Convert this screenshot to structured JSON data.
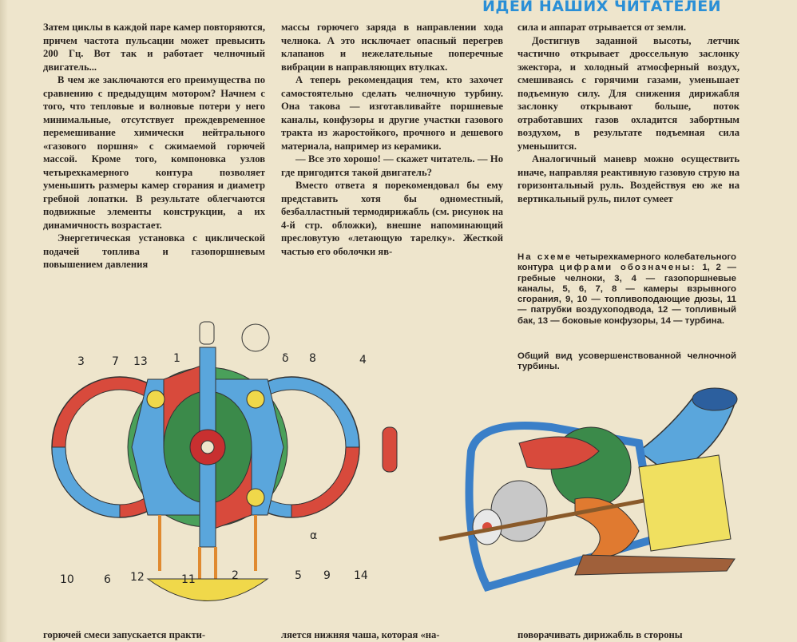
{
  "header": {
    "section_title": "ИДЕИ НАШИХ ЧИТАТЕЛЕЙ"
  },
  "columns": [
    {
      "paragraphs": [
        "Затем циклы в каждой паре камер повторяются, причем частота пульсации может превысить 200 Гц. Вот так и работает челночный двигатель...",
        "В чем же заключаются его преимущества по сравнению с предыдущим мотором? Начнем с того, что тепловые и волновые потери у него минимальные, отсутствует преждевременное перемешивание химически нейтрального «газового поршня» с сжимаемой горючей массой. Кроме того, компоновка узлов четырехкамерного контура позволяет уменьшить размеры камер сгорания и диаметр гребной лопатки. В результате облегчаются подвижные элементы конструкции, а их динамичность возрастает.",
        "Энергетическая установка с циклической подачей топлива и газопоршневым повышением давления"
      ]
    },
    {
      "paragraphs": [
        "массы горючего заряда в направлении хода челнока. А это исключает опасный перегрев клапанов и нежелательные поперечные вибрации в направляющих втулках.",
        "А теперь рекомендация тем, кто захочет самостоятельно сделать челночную турбину. Она такова — изготавливайте поршневые каналы, конфузоры и другие участки газового тракта из жаростойкого, прочного и дешевого материала, например из керамики.",
        "— Все это хорошо! — скажет читатель. — Но где пригодится такой двигатель?",
        "Вместо ответа я порекомендовал бы ему представить хотя бы одноместный, безбалластный термодирижабль (см. рисунок на 4-й стр. обложки), внешне напоминающий пресловутую «летающую тарелку». Жесткой частью его оболочки яв-"
      ]
    },
    {
      "paragraphs": [
        "сила и аппарат отрывается от земли.",
        "Достигнув заданной высоты, летчик частично открывает дроссельную заслонку эжектора, и холодный атмосферный воздух, смешиваясь с горячими газами, уменьшает подъемную силу. Для снижения дирижабля заслонку открывают больше, поток отработавших газов охладится забортным воздухом, в результате подъемная сила уменьшится.",
        "Аналогичный маневр можно осуществить иначе, направляя реактивную газовую струю на горизонтальный руль. Воздействуя ею же на вертикальный руль, пилот сумеет"
      ]
    }
  ],
  "captions": {
    "scheme_lead": "На схеме",
    "scheme_text": "четырехкамерного колебательного контура",
    "scheme_spaced": "цифрами обозначены:",
    "scheme_rest": "1, 2 — гребные челноки, 3, 4 — газопоршневые каналы, 5, 6, 7, 8 — камеры взрывного сгорания, 9, 10 — топливоподающие дюзы, 11 — патрубки воздухоподвода, 12 — топливный бак, 13 — боковые конфузоры, 14 — турбина.",
    "general_view": "Общий вид усовершенствованной челночной турбины."
  },
  "diagram_labels": [
    "3",
    "7",
    "13",
    "1",
    "δ",
    "8",
    "4",
    "10",
    "6",
    "12",
    "11",
    "2",
    "5",
    "9",
    "14",
    "α"
  ],
  "bottom_lines": [
    "горючей смеси запускается практи-",
    "ляется нижняя чаша, которая «на-",
    "поворачивать дирижабль в стороны"
  ],
  "colors": {
    "header": "#2a8fd6",
    "paper": "#eee5cc",
    "red": "#d84a3c",
    "blue": "#5aa6dc",
    "green": "#4aa05a",
    "yellow": "#f0d84a"
  }
}
